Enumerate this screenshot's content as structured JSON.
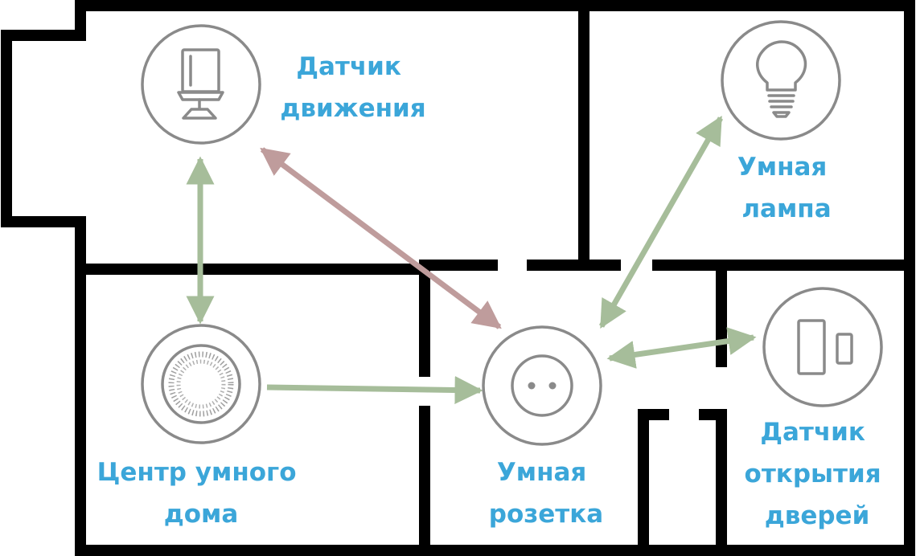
{
  "colors": {
    "label": "#3ba6d9",
    "link_ok": "#a6bd9a",
    "link_blocked": "#bf9c9c",
    "walls": "#000000",
    "device": "#8a8a8a"
  },
  "devices": {
    "motion_sensor": {
      "icon": "motion-sensor-icon",
      "label_lines": [
        "Датчик",
        "движения"
      ]
    },
    "smart_lamp": {
      "icon": "lightbulb-icon",
      "label_lines": [
        "Умная",
        "лампа"
      ]
    },
    "hub": {
      "icon": "smart-hub-icon",
      "label_lines": [
        "Центр умного",
        "дома"
      ]
    },
    "smart_socket": {
      "icon": "power-socket-icon",
      "label_lines": [
        "Умная",
        "розетка"
      ]
    },
    "door_sensor": {
      "icon": "door-sensor-icon",
      "label_lines": [
        "Датчик",
        "открытия",
        "дверей"
      ]
    }
  },
  "connections": [
    {
      "from": "motion_sensor",
      "to": "hub",
      "status": "ok",
      "direction": "both"
    },
    {
      "from": "motion_sensor",
      "to": "smart_socket",
      "status": "blocked",
      "direction": "both"
    },
    {
      "from": "hub",
      "to": "smart_socket",
      "status": "ok",
      "direction": "forward"
    },
    {
      "from": "smart_socket",
      "to": "smart_lamp",
      "status": "ok",
      "direction": "both"
    },
    {
      "from": "smart_socket",
      "to": "door_sensor",
      "status": "ok",
      "direction": "both"
    }
  ]
}
